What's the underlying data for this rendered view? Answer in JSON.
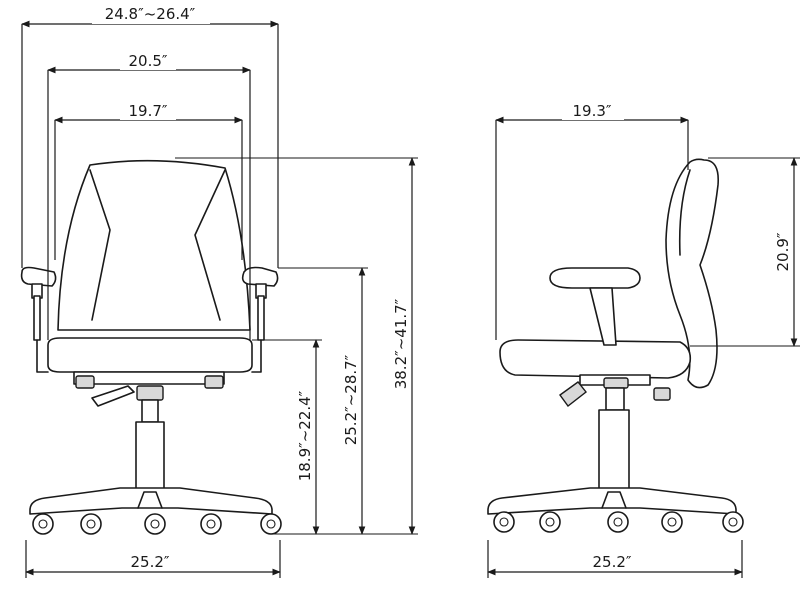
{
  "front_view": {
    "overall_width": "24.8″~26.4″",
    "armrest_width": "20.5″",
    "seat_width": "19.7″",
    "overall_height": "38.2″~41.7″",
    "armrest_height": "25.2″~28.7″",
    "seat_height": "18.9″~22.4″",
    "base_width": "25.2″"
  },
  "side_view": {
    "seat_depth": "19.3″",
    "back_height": "20.9″",
    "base_width": "25.2″"
  }
}
